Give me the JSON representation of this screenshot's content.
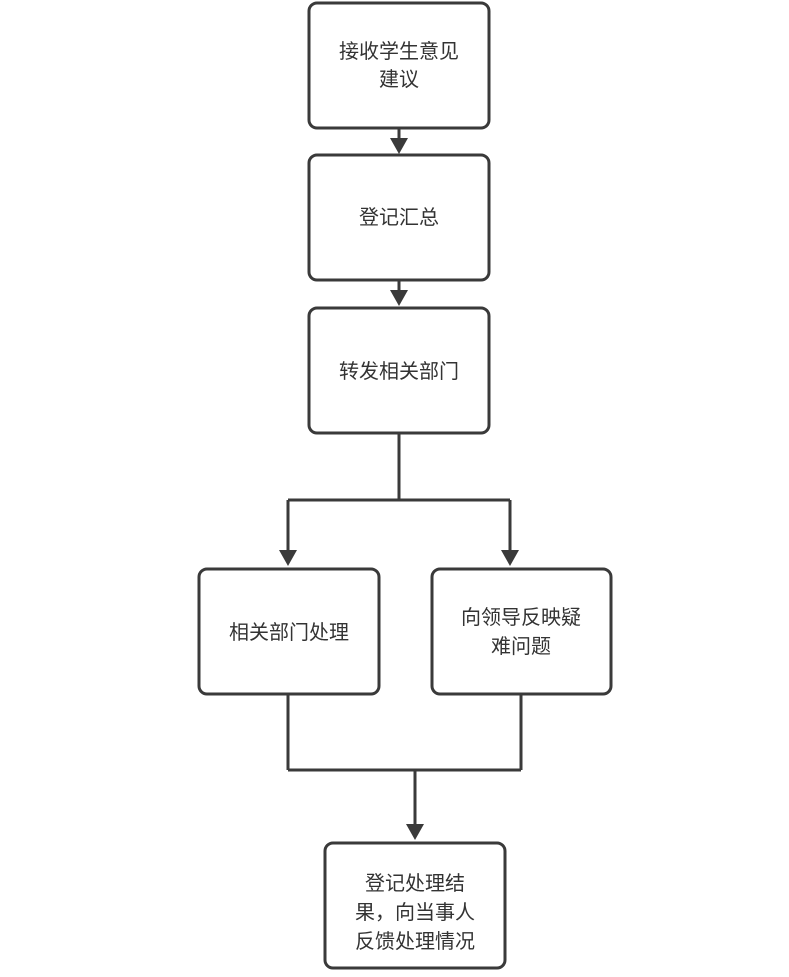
{
  "flowchart": {
    "nodes": {
      "receive": {
        "lines": [
          "接收学生意见",
          "建议"
        ]
      },
      "register": {
        "lines": [
          "登记汇总"
        ]
      },
      "forward": {
        "lines": [
          "转发相关部门"
        ]
      },
      "dept_handle": {
        "lines": [
          "相关部门处理"
        ]
      },
      "report_leader": {
        "lines": [
          "向领导反映疑",
          "难问题"
        ]
      },
      "feedback": {
        "lines": [
          "登记处理结",
          "果，向当事人",
          "反馈处理情况"
        ]
      }
    },
    "colors": {
      "stroke": "#3a3a3a",
      "fill": "#ffffff",
      "text": "#333333"
    }
  }
}
